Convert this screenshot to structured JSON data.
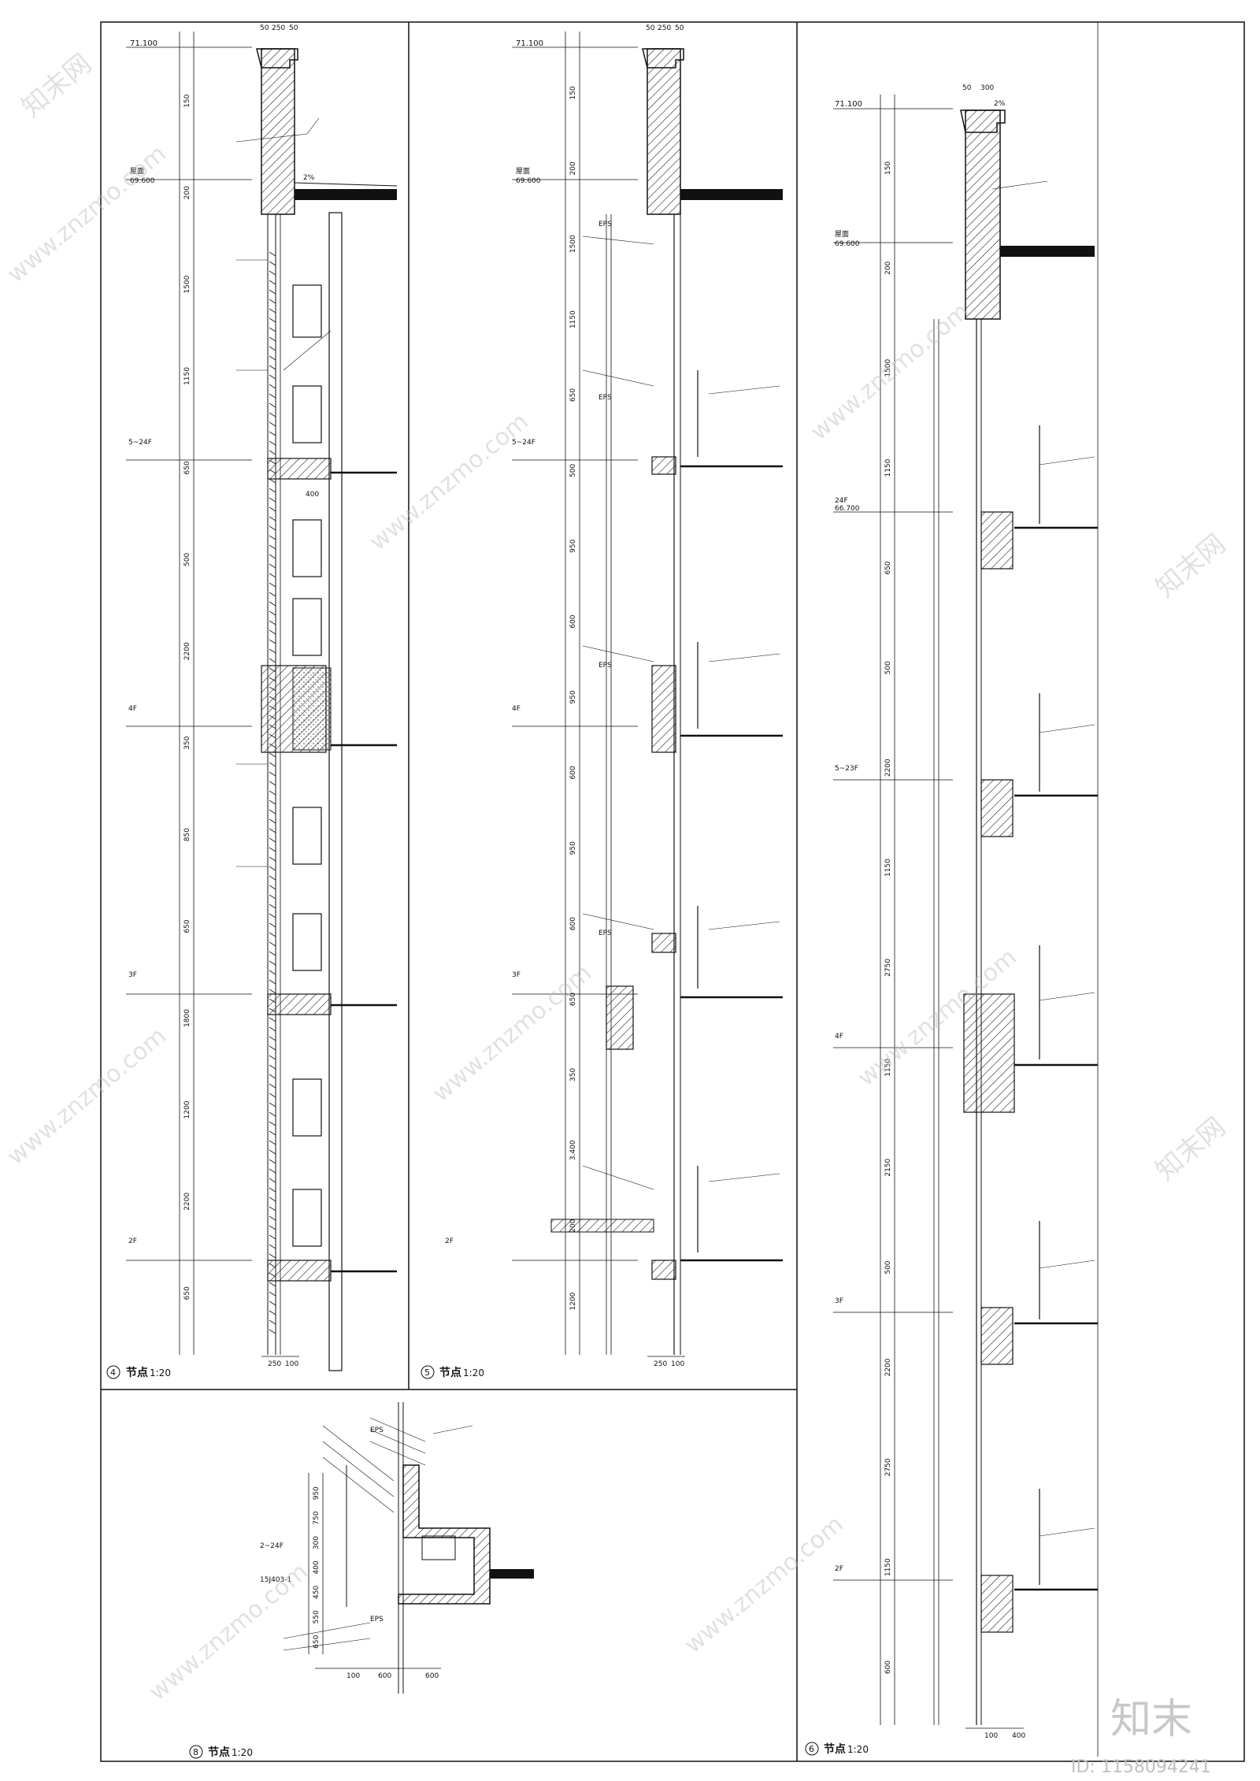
{
  "sheet": {
    "watermark_site": "www.znzmo.com",
    "watermark_brand": "知末网",
    "logo_text": "知末",
    "image_id": "ID: 1158094241"
  },
  "detail4": {
    "title": "节点",
    "scale": "1:20",
    "number": "4",
    "top_elevation": "71.100",
    "roof_label": "屋面",
    "roof_elevation": "69.600",
    "floor_labels": [
      "5~24F",
      "4F",
      "3F",
      "2F"
    ],
    "top_dims": [
      "50",
      "250",
      "50"
    ],
    "bottom_dims": [
      "250",
      "100"
    ],
    "vertical_dims": [
      "150",
      "200",
      "1500",
      "1150",
      "650",
      "500",
      "2200",
      "350",
      "850",
      "650",
      "1800",
      "1200",
      "2200",
      "650"
    ],
    "slope_text": "2%",
    "box_dims": [
      "400"
    ]
  },
  "detail5": {
    "title": "节点",
    "scale": "1:20",
    "number": "5",
    "top_elevation": "71.100",
    "roof_label": "屋面",
    "roof_elevation": "69.600",
    "floor_labels": [
      "5~24F",
      "4F",
      "3F",
      "2F"
    ],
    "top_dims": [
      "50",
      "250",
      "50"
    ],
    "bottom_dims": [
      "250",
      "100"
    ],
    "vertical_dims": [
      "150",
      "200",
      "1500",
      "1150",
      "650",
      "500",
      "950",
      "600",
      "950",
      "600",
      "950",
      "600",
      "650",
      "350",
      "3.400",
      "200",
      "1200"
    ],
    "material": "EPS"
  },
  "detail6": {
    "title": "节点",
    "scale": "1:20",
    "number": "6",
    "top_elevation": "71.100",
    "roof_label": "屋面",
    "roof_elevation": "69.600",
    "floor_labels": [
      "24F",
      "5~23F",
      "4F",
      "3F",
      "2F"
    ],
    "floor_elevation": "66.700",
    "top_dims": [
      "50",
      "300"
    ],
    "bottom_dims": [
      "100",
      "400"
    ],
    "vertical_dims": [
      "150",
      "200",
      "1500",
      "1150",
      "650",
      "500",
      "2200",
      "1150",
      "2750",
      "1150",
      "2150",
      "500",
      "2200",
      "2750",
      "1150",
      "600"
    ],
    "slope_text": "2%"
  },
  "detail8": {
    "title": "节点",
    "scale": "1:20",
    "number": "8",
    "floor_labels": [
      "2~24F"
    ],
    "bottom_dims": [
      "100",
      "600",
      "600"
    ],
    "vertical_dims": [
      "950",
      "750",
      "300",
      "400",
      "450",
      "550",
      "650"
    ],
    "material": "EPS",
    "reference": "15J403-1"
  }
}
